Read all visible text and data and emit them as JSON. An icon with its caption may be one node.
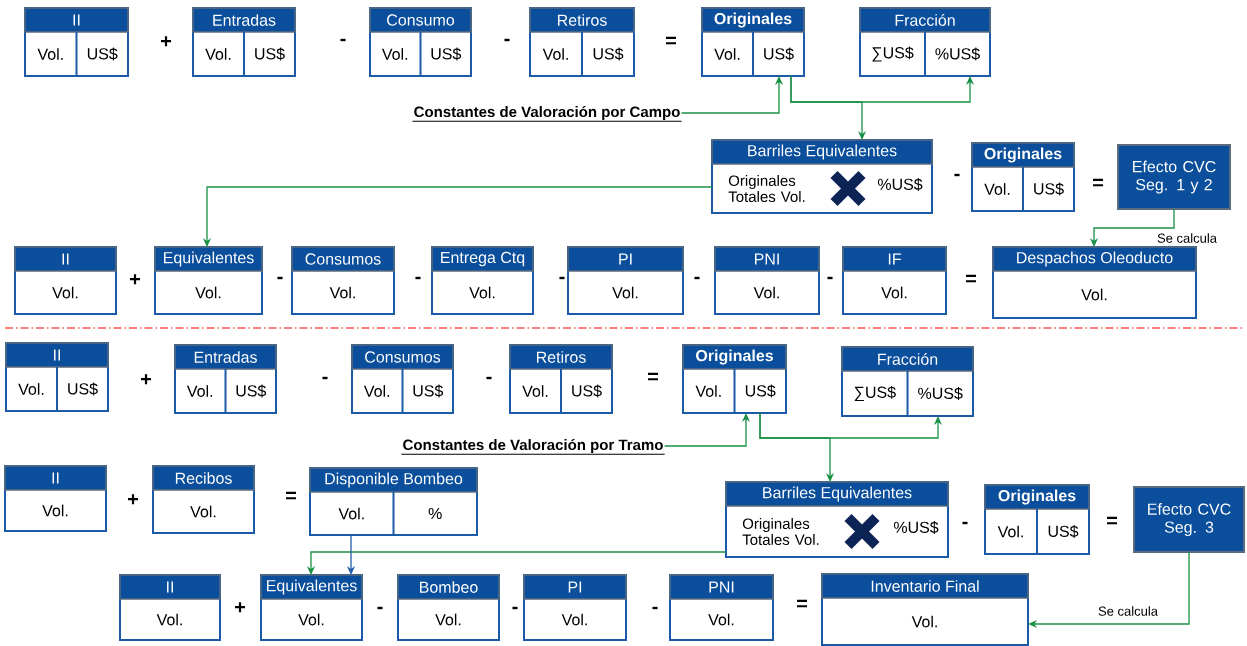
{
  "diagram": {
    "nodes": [
      {
        "text": [
          "II",
          "Vol.",
          "US$"
        ]
      },
      {
        "text": [
          "Entradas",
          "Vol.",
          "US$"
        ]
      },
      {
        "text": [
          "Consumo",
          "Vol.",
          "US$"
        ]
      },
      {
        "text": [
          "Retiros",
          "Vol.",
          "US$"
        ]
      },
      {
        "text": [
          "Originales",
          "Vol.",
          "US$"
        ]
      },
      {
        "text": [
          "Fracción",
          "∑US$",
          "%US$"
        ]
      },
      {
        "text": [
          "Constantes de Valoración por Campo"
        ]
      },
      {
        "text": [
          "Barriles Equivalentes",
          "Originales Totales Vol.",
          "%US$"
        ]
      },
      {
        "text": [
          "Originales",
          "Vol.",
          "US$"
        ]
      },
      {
        "text": [
          "Efecto CVC Seg. 1 y 2"
        ]
      },
      {
        "text": [
          "II",
          "Vol."
        ]
      },
      {
        "text": [
          "Equivalentes",
          "Vol."
        ]
      },
      {
        "text": [
          "Consumos",
          "Vol."
        ]
      },
      {
        "text": [
          "Entrega Ctq",
          "Vol."
        ]
      },
      {
        "text": [
          "PI",
          "Vol."
        ]
      },
      {
        "text": [
          "PNI",
          "Vol."
        ]
      },
      {
        "text": [
          "IF",
          "Vol."
        ]
      },
      {
        "text": [
          "Despachos Oleoducto",
          "Vol."
        ]
      },
      {
        "text": [
          "II",
          "Vol.",
          "US$"
        ]
      },
      {
        "text": [
          "Entradas",
          "Vol.",
          "US$"
        ]
      },
      {
        "text": [
          "Consumos",
          "Vol.",
          "US$"
        ]
      },
      {
        "text": [
          "Retiros",
          "Vol.",
          "US$"
        ]
      },
      {
        "text": [
          "Originales",
          "Vol.",
          "US$"
        ]
      },
      {
        "text": [
          "Fracción",
          "∑US$",
          "%US$"
        ]
      },
      {
        "text": [
          "Constantes de Valoración por Tramo"
        ]
      },
      {
        "text": [
          "II",
          "Vol."
        ]
      },
      {
        "text": [
          "Recibos",
          "Vol."
        ]
      },
      {
        "text": [
          "Disponible Bombeo",
          "Vol.",
          "%"
        ]
      },
      {
        "text": [
          "Barriles Equivalentes",
          "Originales Totales Vol.",
          "%US$"
        ]
      },
      {
        "text": [
          "Originales",
          "Vol.",
          "US$"
        ]
      },
      {
        "text": [
          "Efecto CVC Seg. 3"
        ]
      },
      {
        "text": [
          "II",
          "Vol."
        ]
      },
      {
        "text": [
          "Equivalentes",
          "Vol."
        ]
      },
      {
        "text": [
          "Bombeo",
          "Vol."
        ]
      },
      {
        "text": [
          "PI",
          "Vol."
        ]
      },
      {
        "text": [
          "PNI",
          "Vol."
        ]
      },
      {
        "text": [
          "Inventario Final",
          "Vol."
        ]
      }
    ],
    "edges": [
      {
        "from": 6,
        "to": 4,
        "arrow": "to"
      },
      {
        "from": 4,
        "to": 5,
        "arrow": "to"
      },
      {
        "from": 4,
        "to": 7,
        "arrow": "to"
      },
      {
        "from": 7,
        "to": 11,
        "arrow": "to"
      },
      {
        "from": 9,
        "to": 17,
        "arrow": "to",
        "label": "Se calcula"
      },
      {
        "from": 24,
        "to": 22,
        "arrow": "to"
      },
      {
        "from": 22,
        "to": 23,
        "arrow": "to"
      },
      {
        "from": 22,
        "to": 28,
        "arrow": "to"
      },
      {
        "from": 28,
        "to": 32,
        "arrow": "to"
      },
      {
        "from": 27,
        "to": 32,
        "arrow": "to",
        "color": "#1f5fa8"
      },
      {
        "from": 30,
        "to": 36,
        "arrow": "to",
        "label": "Se calcula"
      }
    ],
    "labels": [
      "+",
      "-",
      "-",
      "=",
      "-",
      "=",
      "+",
      "-",
      "-",
      "-",
      "-",
      "-",
      "=",
      "+",
      "-",
      "-",
      "=",
      "+",
      "=",
      "-",
      "=",
      "+",
      "-",
      "-",
      "-",
      "="
    ]
  }
}
